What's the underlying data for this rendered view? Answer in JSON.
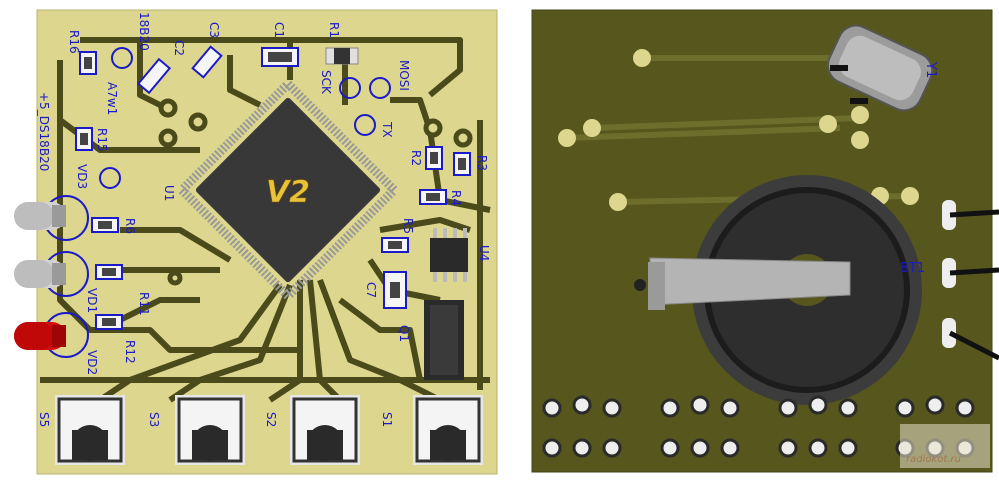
{
  "front": {
    "chip_label": "V2",
    "labels": {
      "r16": "R16",
      "b18b20": "18B20",
      "c2": "C2",
      "c3": "C3",
      "c1": "C1",
      "r1": "R1",
      "sck": "SCK",
      "mosi": "MOSI",
      "a7w1": "A7w1",
      "ds18b20": "+5_DS18B20",
      "r15": "R15",
      "vd3": "VD3",
      "u1": "U1",
      "tx": "TX",
      "r2": "R2",
      "r3": "R3",
      "r4": "R4",
      "r5": "R5",
      "r6": "R6",
      "u4": "U4",
      "c7": "C7",
      "r11": "R11",
      "vd1": "VD1",
      "r12": "R12",
      "vd2": "VD2",
      "q1": "Q1",
      "s5": "S5",
      "s3": "S3",
      "s2": "S2",
      "s1": "S1"
    }
  },
  "back": {
    "labels": {
      "y1": "Y1",
      "bt1": "BT1"
    },
    "watermark": "radiokot.ru"
  },
  "colors": {
    "board_front": "#dcd68e",
    "board_back": "#56561d",
    "trace_front": "#4a4a1a",
    "silk": "#1a1ac8",
    "chip": "#333333",
    "chip_text": "#e9c23a",
    "led_red": "#d01010",
    "led_white": "#c8c8c8"
  }
}
